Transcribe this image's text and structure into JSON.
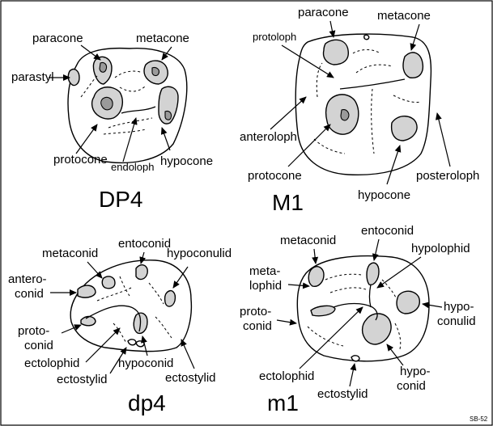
{
  "panels": {
    "dp4_upper": {
      "title": "DP4",
      "labels": {
        "paracone": "paracone",
        "metacone": "metacone",
        "parastyl": "parastyl",
        "protocone": "protocone",
        "endoloph": "endoloph",
        "hypocone": "hypocone"
      }
    },
    "m1_upper": {
      "title": "M1",
      "labels": {
        "paracone": "paracone",
        "metacone": "metacone",
        "protoloph": "protoloph",
        "anteroloph": "anteroloph",
        "protocone": "protocone",
        "hypocone": "hypocone",
        "posteroloph": "posteroloph"
      }
    },
    "dp4_lower": {
      "title": "dp4",
      "labels": {
        "metaconid": "metaconid",
        "entoconid": "entoconid",
        "hypoconulid": "hypoconulid",
        "anteroconid_1": "antero-",
        "anteroconid_2": "conid",
        "protoconid_1": "proto-",
        "protoconid_2": "conid",
        "ectolophid": "ectolophid",
        "ectostylid_left": "ectostylid",
        "hypoconid": "hypoconid",
        "ectostylid_right": "ectostylid"
      }
    },
    "m1_lower": {
      "title": "m1",
      "labels": {
        "metaconid": "metaconid",
        "entoconid": "entoconid",
        "hypolophid": "hypolophid",
        "metalophid_1": "meta-",
        "metalophid_2": "lophid",
        "protoconid_1": "proto-",
        "protoconid_2": "conid",
        "hypoconulid_1": "hypo-",
        "hypoconulid_2": "conulid",
        "ectolophid": "ectolophid",
        "ectostylid": "ectostylid",
        "hypoconid_1": "hypo-",
        "hypoconid_2": "conid"
      }
    }
  },
  "credit": "SB-52",
  "colors": {
    "cusp_fill": "#d3d3d3",
    "cusp_inner": "#9a9a9a",
    "line": "#000000",
    "background": "#ffffff"
  }
}
